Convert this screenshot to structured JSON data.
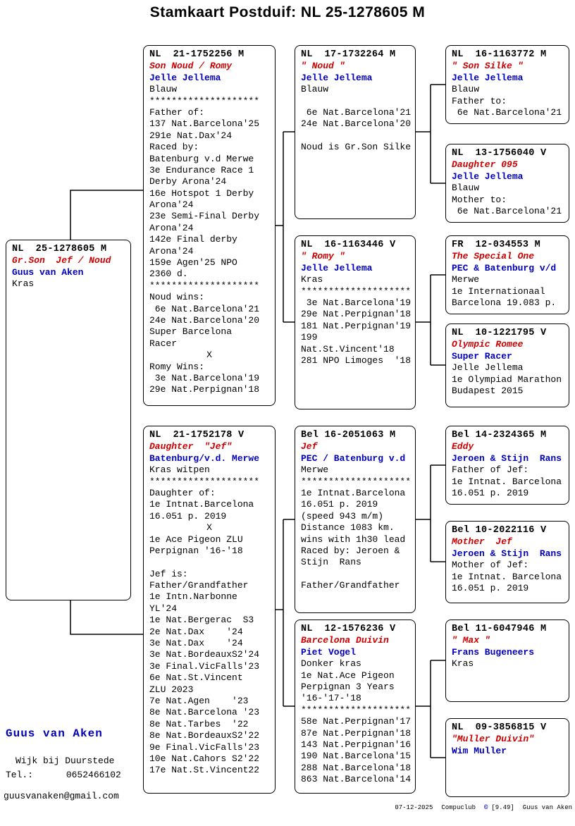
{
  "title": "Stamkaart Postduif: NL  25-1278605 M",
  "colors": {
    "name_red": "#cc0000",
    "owner_blue": "#0000bb"
  },
  "boxes": {
    "subject": {
      "lines": [
        [
          "ring",
          "NL  25-1278605 M"
        ],
        [
          "name",
          "Gr.Son  Jef / Noud"
        ],
        [
          "owner",
          "Guus van Aken"
        ],
        [
          "body",
          "Kras"
        ]
      ]
    },
    "father": {
      "lines": [
        [
          "ring",
          "NL  21-1752256 M"
        ],
        [
          "name",
          "Son Noud / Romy"
        ],
        [
          "owner",
          "Jelle Jellema"
        ],
        [
          "body",
          "Blauw"
        ],
        [
          "body",
          "********************"
        ],
        [
          "body",
          "Father of:"
        ],
        [
          "body",
          "137 Nat.Barcelona'25"
        ],
        [
          "body",
          "291e Nat.Dax'24"
        ],
        [
          "body",
          "Raced by:"
        ],
        [
          "body",
          "Batenburg v.d Merwe"
        ],
        [
          "body",
          "3e Endurance Race 1"
        ],
        [
          "body",
          "Derby Arona'24"
        ],
        [
          "body",
          "16e Hotspot 1 Derby"
        ],
        [
          "body",
          "Arona'24"
        ],
        [
          "body",
          "23e Semi-Final Derby"
        ],
        [
          "body",
          "Arona'24"
        ],
        [
          "body",
          "142e Final derby"
        ],
        [
          "body",
          "Arona'24"
        ],
        [
          "body",
          "159e Agen'25 NPO"
        ],
        [
          "body",
          "2360 d."
        ],
        [
          "body",
          "********************"
        ],
        [
          "body",
          "Noud wins:"
        ],
        [
          "body",
          " 6e Nat.Barcelona'21"
        ],
        [
          "body",
          "24e Nat.Barcelona'20"
        ],
        [
          "body",
          "Super Barcelona"
        ],
        [
          "body",
          "Racer"
        ],
        [
          "center",
          "X"
        ],
        [
          "body",
          "Romy Wins:"
        ],
        [
          "body",
          " 3e Nat.Barcelona'19"
        ],
        [
          "body",
          "29e Nat.Perpignan'18"
        ]
      ]
    },
    "mother": {
      "lines": [
        [
          "ring",
          "NL  21-1752178 V"
        ],
        [
          "name",
          "Daughter  \"Jef\""
        ],
        [
          "owner",
          "Batenburg/v.d. Merwe"
        ],
        [
          "body",
          "Kras witpen"
        ],
        [
          "body",
          "********************"
        ],
        [
          "body",
          "Daughter of:"
        ],
        [
          "body",
          "1e Intnat.Barcelona"
        ],
        [
          "body",
          "16.051 p. 2019"
        ],
        [
          "center",
          "X"
        ],
        [
          "body",
          "1e Ace Pigeon ZLU"
        ],
        [
          "body",
          "Perpignan '16-'18"
        ],
        [
          "body",
          ""
        ],
        [
          "body",
          "Jef is:"
        ],
        [
          "body",
          "Father/Grandfather"
        ],
        [
          "body",
          "1e Intn.Narbonne"
        ],
        [
          "body",
          "YL'24"
        ],
        [
          "body",
          "1e Nat.Bergerac  S3"
        ],
        [
          "body",
          "2e Nat.Dax    '24"
        ],
        [
          "body",
          "3e Nat.Dax    '24"
        ],
        [
          "body",
          "3e Nat.BordeauxS2'24"
        ],
        [
          "body",
          "3e Final.VicFalls'23"
        ],
        [
          "body",
          "6e Nat.St.Vincent"
        ],
        [
          "body",
          "ZLU 2023"
        ],
        [
          "body",
          "7e Nat.Agen    '23"
        ],
        [
          "body",
          "8e Nat.Barcelona '23"
        ],
        [
          "body",
          "8e Nat.Tarbes  '22"
        ],
        [
          "body",
          "8e Nat.BordeauxS2'22"
        ],
        [
          "body",
          "9e Final.VicFalls'23"
        ],
        [
          "body",
          "10e Nat.Cahors S2'22"
        ],
        [
          "body",
          "17e Nat.St.Vincent22"
        ]
      ]
    },
    "gp1": {
      "lines": [
        [
          "ring",
          "NL  17-1732264 M"
        ],
        [
          "name",
          "\" Noud \""
        ],
        [
          "owner",
          "Jelle Jellema"
        ],
        [
          "body",
          "Blauw"
        ],
        [
          "body",
          ""
        ],
        [
          "body",
          " 6e Nat.Barcelona'21"
        ],
        [
          "body",
          "24e Nat.Barcelona'20"
        ],
        [
          "body",
          ""
        ],
        [
          "body",
          "Noud is Gr.Son Silke"
        ]
      ]
    },
    "gp2": {
      "lines": [
        [
          "ring",
          "NL  16-1163446 V"
        ],
        [
          "name",
          "\" Romy \""
        ],
        [
          "owner",
          "Jelle Jellema"
        ],
        [
          "body",
          "Kras"
        ],
        [
          "body",
          "********************"
        ],
        [
          "body",
          " 3e Nat.Barcelona'19"
        ],
        [
          "body",
          "29e Nat.Perpignan'18"
        ],
        [
          "body",
          "181 Nat.Perpignan'19"
        ],
        [
          "body",
          "199"
        ],
        [
          "body",
          "Nat.St.Vincent'18"
        ],
        [
          "body",
          "281 NPO Limoges  '18"
        ]
      ]
    },
    "gp3": {
      "lines": [
        [
          "ring",
          "Bel 16-2051063 M"
        ],
        [
          "name",
          "Jef"
        ],
        [
          "owner",
          "PEC / Batenburg v.d"
        ],
        [
          "body",
          "Merwe"
        ],
        [
          "body",
          "********************"
        ],
        [
          "body",
          "1e Intnat.Barcelona"
        ],
        [
          "body",
          "16.051 p. 2019"
        ],
        [
          "body",
          "(speed 943 m/m)"
        ],
        [
          "body",
          "Distance 1083 km."
        ],
        [
          "body",
          "wins with 1h30 lead"
        ],
        [
          "body",
          "Raced by: Jeroen &"
        ],
        [
          "body",
          "Stijn  Rans"
        ],
        [
          "body",
          ""
        ],
        [
          "body",
          "Father/Grandfather"
        ]
      ]
    },
    "gp4": {
      "lines": [
        [
          "ring",
          "NL  12-1576236 V"
        ],
        [
          "name",
          "Barcelona Duivin"
        ],
        [
          "owner",
          "Piet Vogel"
        ],
        [
          "body",
          "Donker kras"
        ],
        [
          "body",
          "1e Nat.Ace Pigeon"
        ],
        [
          "body",
          "Perpignan 3 Years"
        ],
        [
          "body",
          "'16-'17-'18"
        ],
        [
          "body",
          "********************"
        ],
        [
          "body",
          "58e Nat.Perpignan'17"
        ],
        [
          "body",
          "87e Nat.Perpignan'18"
        ],
        [
          "body",
          "143 Nat.Perpignan'16"
        ],
        [
          "body",
          "190 Nat.Barcelona'15"
        ],
        [
          "body",
          "288 Nat.Barcelona'18"
        ],
        [
          "body",
          "863 Nat.Barcelona'14"
        ]
      ]
    },
    "gg1": {
      "lines": [
        [
          "ring",
          "NL  16-1163772 M"
        ],
        [
          "name",
          "\" Son Silke \""
        ],
        [
          "owner",
          "Jelle Jellema"
        ],
        [
          "body",
          "Blauw"
        ],
        [
          "body",
          "Father to:"
        ],
        [
          "body",
          " 6e Nat.Barcelona'21"
        ]
      ]
    },
    "gg2": {
      "lines": [
        [
          "ring",
          "NL  13-1756040 V"
        ],
        [
          "name",
          "Daughter 095"
        ],
        [
          "owner",
          "Jelle Jellema"
        ],
        [
          "body",
          "Blauw"
        ],
        [
          "body",
          "Mother to:"
        ],
        [
          "body",
          " 6e Nat.Barcelona'21"
        ]
      ]
    },
    "gg3": {
      "lines": [
        [
          "ring",
          "FR  12-034553 M"
        ],
        [
          "name",
          "The Special One"
        ],
        [
          "owner",
          "PEC & Batenburg v/d"
        ],
        [
          "body",
          "Merwe"
        ],
        [
          "body",
          "1e Internationaal"
        ],
        [
          "body",
          "Barcelona 19.083 p."
        ]
      ]
    },
    "gg4": {
      "lines": [
        [
          "ring",
          "NL  10-1221795 V"
        ],
        [
          "name",
          "Olympic Romee"
        ],
        [
          "owner",
          "Super Racer"
        ],
        [
          "body",
          "Jelle Jellema"
        ],
        [
          "body",
          "1e Olympiad Marathon"
        ],
        [
          "body",
          "Budapest 2015"
        ]
      ]
    },
    "gg5": {
      "lines": [
        [
          "ring",
          "Bel 14-2324365 M"
        ],
        [
          "name",
          "Eddy"
        ],
        [
          "owner",
          "Jeroen & Stijn  Rans"
        ],
        [
          "body",
          "Father of Jef:"
        ],
        [
          "body",
          "1e Intnat. Barcelona"
        ],
        [
          "body",
          "16.051 p. 2019"
        ]
      ]
    },
    "gg6": {
      "lines": [
        [
          "ring",
          "Bel 10-2022116 V"
        ],
        [
          "name",
          "Mother  Jef"
        ],
        [
          "owner",
          "Jeroen & Stijn  Rans"
        ],
        [
          "body",
          "Mother of Jef:"
        ],
        [
          "body",
          "1e Intnat. Barcelona"
        ],
        [
          "body",
          "16.051 p. 2019"
        ]
      ]
    },
    "gg7": {
      "lines": [
        [
          "ring",
          "Bel 11-6047946 M"
        ],
        [
          "name",
          "\" Max \""
        ],
        [
          "owner",
          "Frans Bugeneers"
        ],
        [
          "body",
          "Kras"
        ]
      ]
    },
    "gg8": {
      "lines": [
        [
          "ring",
          "NL  09-3856815 V"
        ],
        [
          "name",
          "\"Muller Duivin\""
        ],
        [
          "owner",
          "Wim Muller"
        ]
      ]
    }
  },
  "breeder": {
    "name": "Guus van Aken",
    "city": "Wijk bij Duurstede",
    "tel": "Tel.:      0652466102",
    "email": "guusvanaken@gmail.com"
  },
  "footer": {
    "date": "07-12-2025",
    "app": "Compuclub",
    "copyright": "©",
    "version": "[9.49]",
    "author": "Guus van Aken"
  }
}
